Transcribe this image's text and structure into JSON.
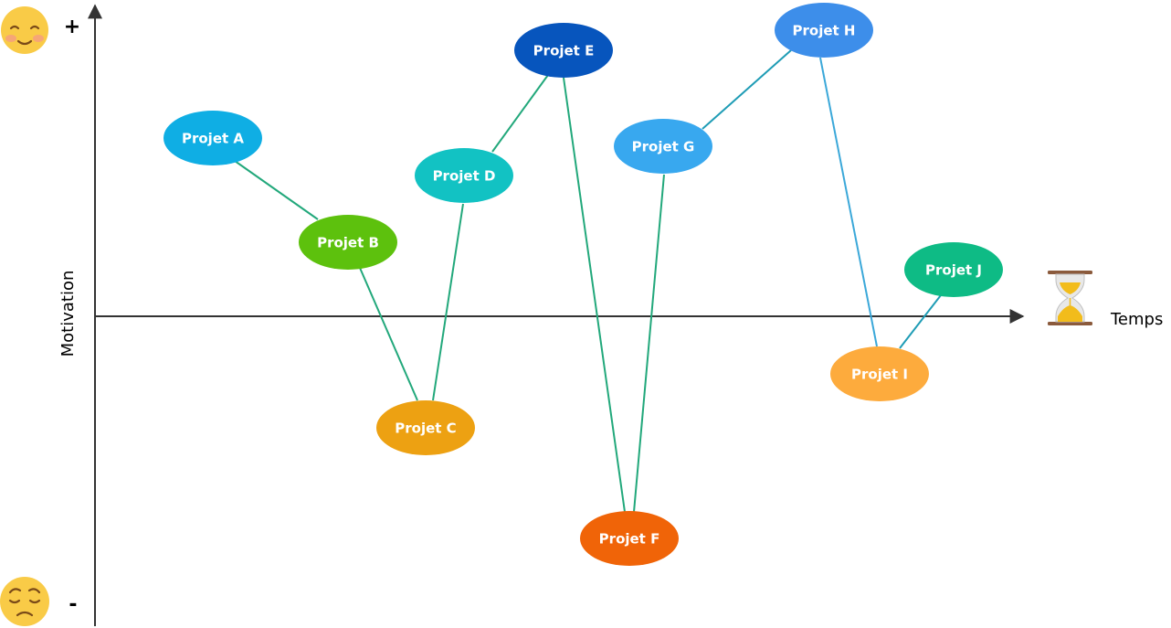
{
  "axes": {
    "y_label": "Motivation",
    "x_label": "Temps",
    "plus": "+",
    "minus": "-"
  },
  "icons": {
    "top": "smiling-face-icon",
    "bottom": "sad-face-icon",
    "time": "hourglass-icon"
  },
  "projects": [
    {
      "id": "A",
      "label": "Projet A",
      "color": "#0FAEE4"
    },
    {
      "id": "B",
      "label": "Projet B",
      "color": "#5DC10D"
    },
    {
      "id": "C",
      "label": "Projet C",
      "color": "#EDA112"
    },
    {
      "id": "D",
      "label": "Projet D",
      "color": "#12C2C3"
    },
    {
      "id": "E",
      "label": "Projet E",
      "color": "#0755BD"
    },
    {
      "id": "F",
      "label": "Projet F",
      "color": "#F06408"
    },
    {
      "id": "G",
      "label": "Projet G",
      "color": "#38A8EF"
    },
    {
      "id": "H",
      "label": "Projet H",
      "color": "#3D8EEA"
    },
    {
      "id": "I",
      "label": "Projet I",
      "color": "#FDAB3D"
    },
    {
      "id": "J",
      "label": "Projet J",
      "color": "#0EBB85"
    }
  ],
  "links": [
    {
      "from": "A",
      "to": "B",
      "color": "#22A87B"
    },
    {
      "from": "B",
      "to": "C",
      "color": "#22A87B"
    },
    {
      "from": "C",
      "to": "D",
      "color": "#22A87B"
    },
    {
      "from": "D",
      "to": "E",
      "color": "#22A87B"
    },
    {
      "from": "E",
      "to": "F",
      "color": "#22A87B"
    },
    {
      "from": "F",
      "to": "G",
      "color": "#22A87B"
    },
    {
      "from": "G",
      "to": "H",
      "color": "#1E9CB5"
    },
    {
      "from": "H",
      "to": "I",
      "color": "#3BA8D9"
    },
    {
      "from": "I",
      "to": "J",
      "color": "#1E9CB5"
    }
  ]
}
